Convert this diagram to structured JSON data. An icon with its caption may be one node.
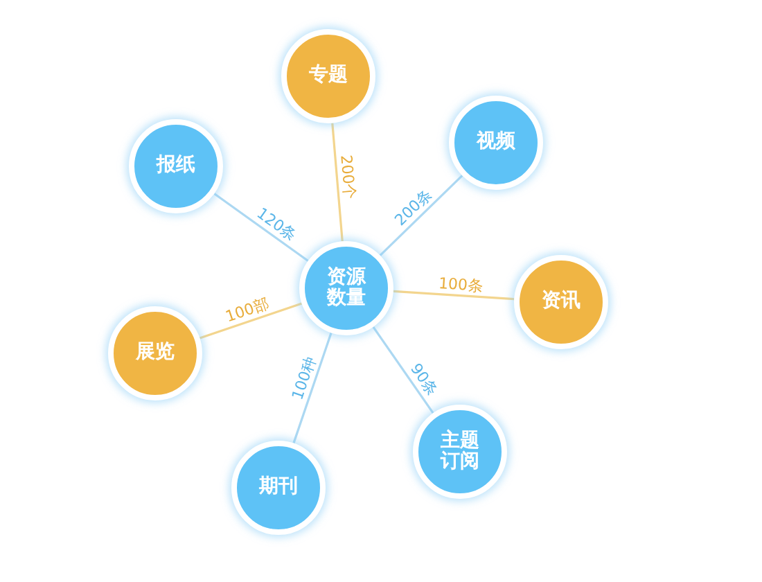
{
  "diagram": {
    "nodes": [
      {
        "text": [
          "专题"
        ]
      },
      {
        "text": [
          "视频"
        ]
      },
      {
        "text": [
          "报纸"
        ]
      },
      {
        "text": [
          "资源数量"
        ]
      },
      {
        "text": [
          "资讯"
        ]
      },
      {
        "text": [
          "展览"
        ]
      },
      {
        "text": [
          "主题订阅"
        ]
      },
      {
        "text": [
          "期刊"
        ]
      }
    ],
    "edges": [
      {
        "from": 3,
        "to": 2,
        "arrow": "none",
        "label": "120条"
      },
      {
        "from": 3,
        "to": 0,
        "arrow": "none",
        "label": "200个",
        "color": "#f3d58e"
      },
      {
        "from": 3,
        "to": 1,
        "arrow": "none",
        "label": "200条"
      },
      {
        "from": 3,
        "to": 4,
        "arrow": "none",
        "label": "100条",
        "color": "#f3d58e"
      },
      {
        "from": 3,
        "to": 5,
        "arrow": "none",
        "label": "100部",
        "color": "#f3d58e"
      },
      {
        "from": 3,
        "to": 7,
        "arrow": "none",
        "label": "100种"
      },
      {
        "from": 3,
        "to": 6,
        "arrow": "none",
        "label": "90条"
      }
    ]
  }
}
